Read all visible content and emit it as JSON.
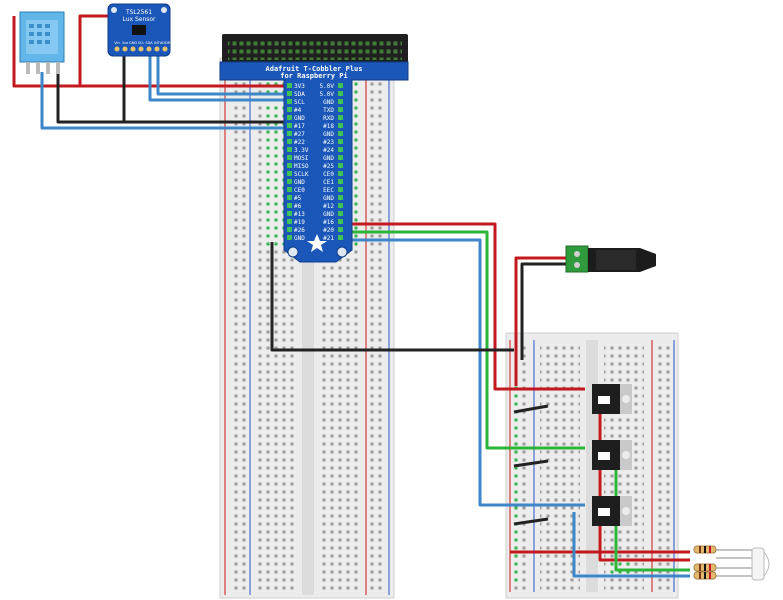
{
  "cobbler": {
    "title_line1": "Adafruit T-Cobbler Plus",
    "title_line2": "for Raspberry Pi",
    "pins_left": [
      "3V3",
      "SDA",
      "SCL",
      "#4",
      "GND",
      "#17",
      "#27",
      "#22",
      "3.3V",
      "MOSI",
      "MISO",
      "SCLK",
      "GND",
      "CE0",
      "#5",
      "#6",
      "#13",
      "#19",
      "#26",
      "GND"
    ],
    "pins_right": [
      "5.0V",
      "5.0V",
      "GND",
      "TXD",
      "RXD",
      "#18",
      "GND",
      "#23",
      "#24",
      "GND",
      "#25",
      "CE0",
      "CE1",
      "EEC",
      "GND",
      "#12",
      "GND",
      "#16",
      "#20",
      "#21"
    ]
  },
  "lux_sensor": {
    "line1": "TSL2561",
    "line2": "Lux Sensor",
    "pins": [
      "Vin",
      "3vo",
      "GND",
      "SCL",
      "SDA",
      "INT",
      "ADDR"
    ]
  },
  "wire_colors": {
    "red": "#c3181f",
    "black": "#222222",
    "blue": "#3d86c9",
    "green": "#2bb539"
  },
  "board_color": "#1b57b8"
}
